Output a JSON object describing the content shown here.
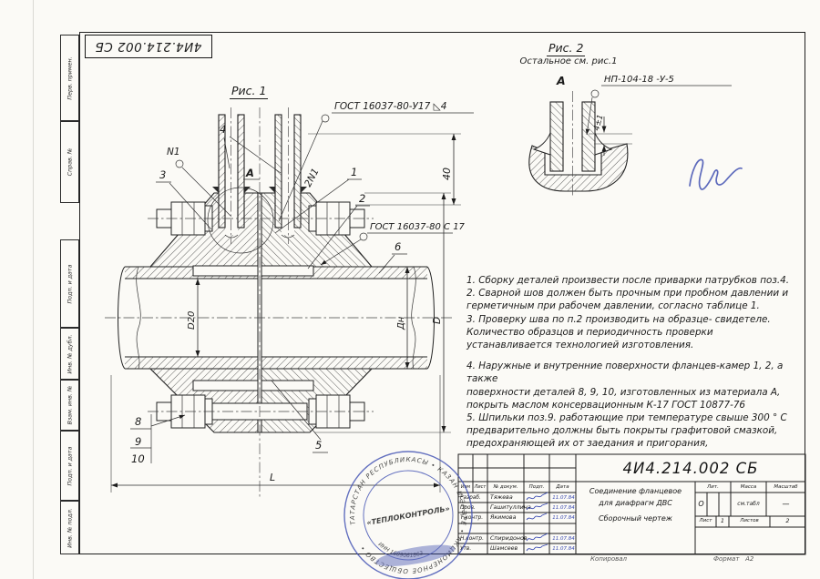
{
  "sheet": {
    "top_designation": "4И4.214.002 СБ",
    "footer_copied": "Копировал",
    "footer_format_label": "Формат",
    "footer_format_value": "А2"
  },
  "margin_labels": [
    "Перв. примен.",
    "Справ. №",
    "Подп. и дата",
    "Инв. № дубл.",
    "Взам. инв. №",
    "Подп. и дата",
    "Инв. № подл."
  ],
  "fig1": {
    "title": "Рис. 1",
    "weld_callout_top": "ГОСТ 16037-80-У17 ◺4",
    "weld_callout_mid": "ГОСТ 16037-80 С 17",
    "detail_label": "А",
    "positions": {
      "p1": "1",
      "p2": "2",
      "p3": "3",
      "p4": "4",
      "p5": "5",
      "p6": "6",
      "p8": "8",
      "p9": "9",
      "p10": "10",
      "n1": "N1",
      "n2": "2N1"
    },
    "dims": {
      "d40": "40",
      "d20": "D20",
      "dn": "Дн",
      "d": "D",
      "l": "L"
    }
  },
  "fig2": {
    "title": "Рис. 2",
    "subtitle": "Остальное см. рис.1",
    "view_label": "А",
    "callout": "НП-104-18 -У-5",
    "dim": "4±1"
  },
  "notes": [
    "1. Сборку деталей произвести после приварки патрубков поз.4.",
    "2. Сварной шов должен быть прочным при пробном давлении и\nгерметичным при рабочем давлении, согласно таблице 1.",
    "3. Проверку шва по п.2 производить на образце- свидетеле.\nКоличество образцов и периодичность проверки\nустанавливается технологией изготовления.",
    "4. Наружные и внутренние поверхности фланцев-камер 1, 2, а также\nповерхности деталей 8, 9, 10,     изготовленных из материала А,\nпокрыть маслом консервационным К-17 ГОСТ 10877-76",
    "5. Шпильки поз.9. работающие при температуре свыше 300 ° С\nпредварительно должны быть покрыты графитовой смазкой,\nпредохраняющей их от заедания и пригорания,"
  ],
  "title_block": {
    "designation": "4И4.214.002 СБ",
    "doc_title_1": "Соединение фланцевое",
    "doc_title_2": "для диафрагм ДВС",
    "doc_type": "Сборочный чертеж",
    "header_cols": [
      "Изм",
      "Лист",
      "№ докум.",
      "Подп.",
      "Дата"
    ],
    "rows": [
      {
        "role": "Разраб.",
        "name": "Тяжева",
        "date": "11.07.84"
      },
      {
        "role": "Пров.",
        "name": "Гашитуллина",
        "date": "11.07.84"
      },
      {
        "role": "Т.контр.",
        "name": "Якимова",
        "date": "11.07.84"
      },
      {
        "role": "",
        "name": "",
        "date": ""
      },
      {
        "role": "Н.контр.",
        "name": "Спиридонов",
        "date": "11.07.84"
      },
      {
        "role": "Утв.",
        "name": "Шамсеев",
        "date": "11.07.84"
      }
    ],
    "lit_label": "Лит.",
    "lit_value": "О",
    "mass_label": "Масса",
    "mass_value": "см.табл",
    "scale_label": "Масштаб",
    "scale_value": "—",
    "sheet_label": "Лист",
    "sheet_value": "1",
    "sheets_label": "Листов",
    "sheets_value": "2"
  },
  "stamp": {
    "ring_text": "ТАТАРСТАН РЕСПУБЛИКАСЫ • КАЗАН ШӘҺӘРЕ • АКЦИОНЕРНОЕ ОБЩЕСТВО •",
    "center": "«ТЕПЛОКОНТРОЛЬ»",
    "inn": "ИНН 1609061863"
  }
}
